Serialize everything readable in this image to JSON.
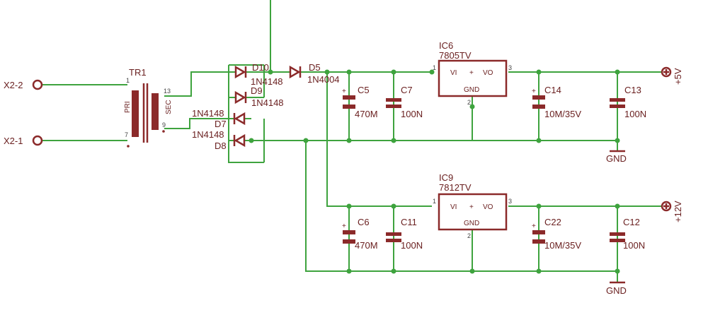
{
  "connectors": {
    "x2_2": "X2-2",
    "x2_1": "X2-1",
    "plus5v": "+5V",
    "plus12v": "+12V"
  },
  "transformer": {
    "name": "TR1",
    "pri": "PRI",
    "sec": "SEC",
    "pins": {
      "p1": "1",
      "p7": "7",
      "p13": "13",
      "p9": "9"
    }
  },
  "diodes": {
    "d10": {
      "name": "D10",
      "value": "1N4148"
    },
    "d9": {
      "name": "D9",
      "value": "1N4148"
    },
    "d7": {
      "name": "D7",
      "value": "1N4148"
    },
    "d8": {
      "name": "D8",
      "value": "1N4148"
    },
    "d5": {
      "name": "D5",
      "value": "1N4004"
    }
  },
  "regulators": {
    "ic6": {
      "name": "IC6",
      "value": "7805TV",
      "vi": "VI",
      "plus": "+",
      "vo": "VO",
      "gnd": "GND",
      "pin1": "1",
      "pin2": "2",
      "pin3": "3"
    },
    "ic9": {
      "name": "IC9",
      "value": "7812TV",
      "vi": "VI",
      "plus": "+",
      "vo": "VO",
      "gnd": "GND",
      "pin1": "1",
      "pin2": "2",
      "pin3": "3"
    }
  },
  "capacitors": {
    "c5": {
      "name": "C5",
      "value": "470M"
    },
    "c7": {
      "name": "C7",
      "value": "100N"
    },
    "c14": {
      "name": "C14",
      "value": "10M/35V"
    },
    "c13": {
      "name": "C13",
      "value": "100N"
    },
    "c6": {
      "name": "C6",
      "value": "470M"
    },
    "c11": {
      "name": "C11",
      "value": "100N"
    },
    "c22": {
      "name": "C22",
      "value": "10M/35V"
    },
    "c12": {
      "name": "C12",
      "value": "100N"
    }
  },
  "ground": {
    "top": "GND",
    "bottom": "GND"
  }
}
